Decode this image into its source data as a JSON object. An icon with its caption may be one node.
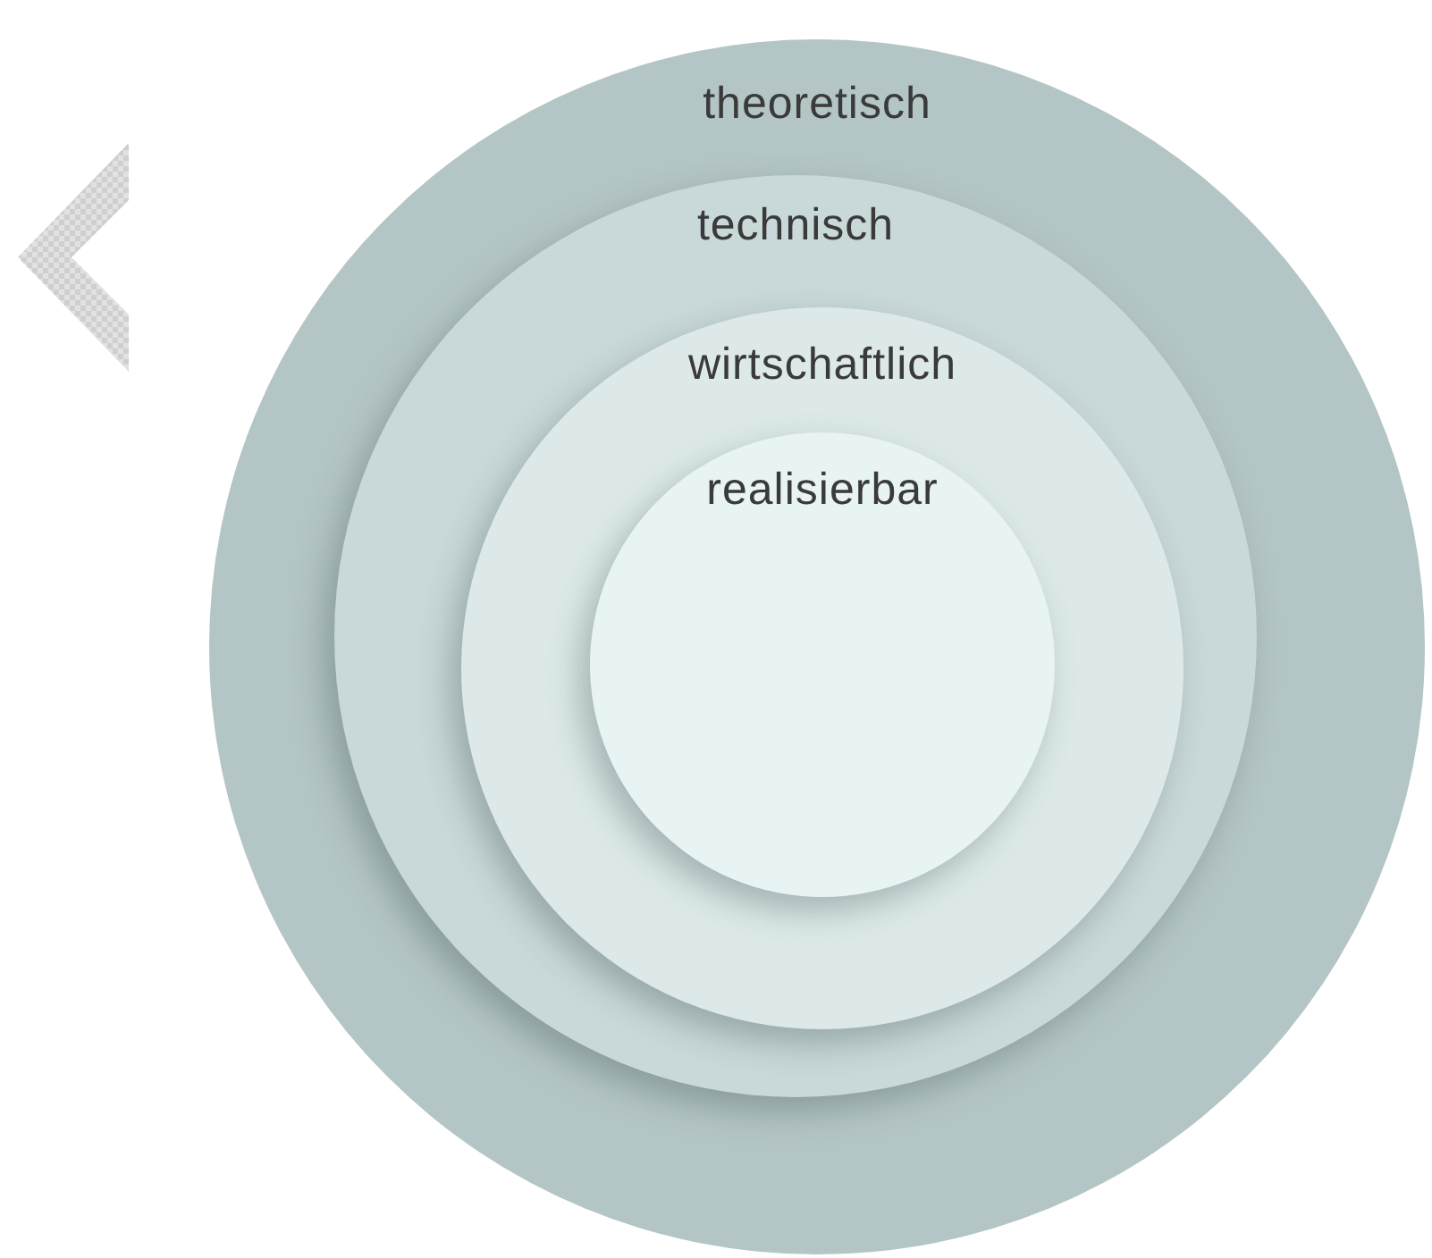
{
  "diagram": {
    "nodes": [
      {
        "text": [
          "theoretisch"
        ]
      },
      {
        "text": [
          "technisch"
        ],
        "in": 0
      },
      {
        "text": [
          "wirtschaftlich"
        ],
        "in": 1
      },
      {
        "text": [
          "realisierbar"
        ],
        "in": 2
      }
    ]
  }
}
